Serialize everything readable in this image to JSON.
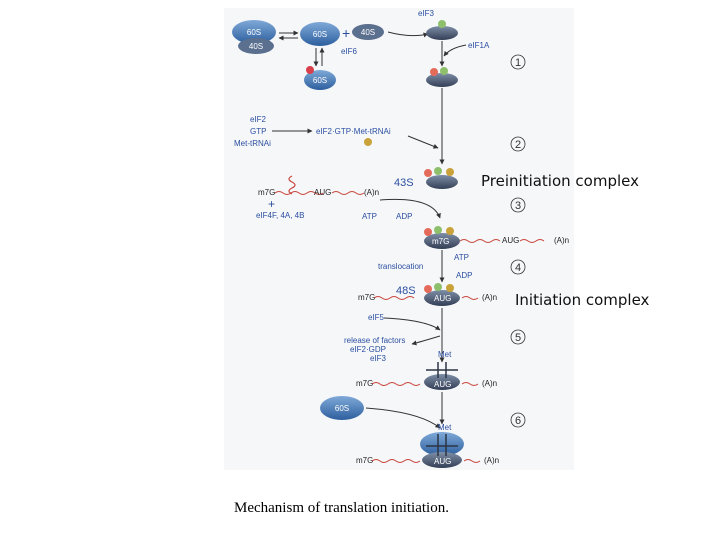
{
  "title": "Mechanism of translation initiation.",
  "callouts": {
    "preinitiation": "Preinitiation complex",
    "initiation": "Initiation complex"
  },
  "subunits": {
    "s60": "60S",
    "s40": "40S",
    "s43": "43S",
    "s48": "48S"
  },
  "factors": {
    "eif3": "eIF3",
    "eif1a": "eIF1A",
    "eif6": "eIF6",
    "eif2": "eIF2",
    "gtp": "GTP",
    "met_trna": "Met-tRNAi",
    "ternary": "eIF2·GTP·Met-tRNAi",
    "eif4f": "eIF4F, 4A, 4B",
    "atp": "ATP",
    "adp": "ADP",
    "translocation": "translocation",
    "eif5": "eIF5",
    "release": "release of factors",
    "eif2_gdp": "eIF2·GDP",
    "met": "Met"
  },
  "mrna": {
    "cap": "m7G",
    "aug": "AUG",
    "tail": "(A)n"
  },
  "steps": [
    "1",
    "2",
    "3",
    "4",
    "5",
    "6"
  ]
}
